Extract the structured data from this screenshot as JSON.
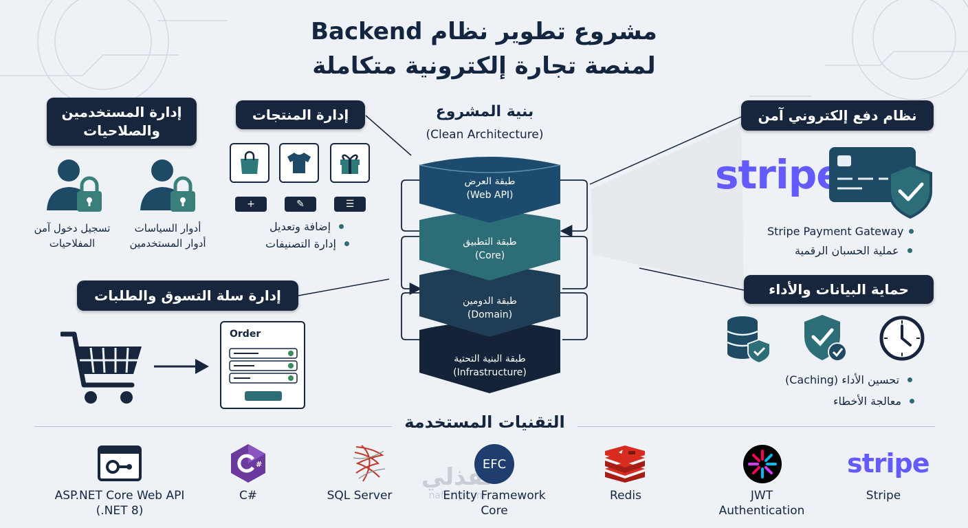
{
  "header": {
    "title_line1": "مشروع تطوير نظام Backend",
    "title_line2": "لمنصة تجارة إلكترونية متكاملة"
  },
  "users": {
    "title_line1": "إدارة المستخدمين",
    "title_line2": "والصلاحيات",
    "left_caption_line1": "تسجيل دخول آمن",
    "left_caption_line2": "المفلاحيات",
    "right_caption_line1": "أدوار السياسات",
    "right_caption_line2": "أدوار المستخدمين",
    "icons": [
      "user-lock-icon",
      "user-lock-icon"
    ]
  },
  "products": {
    "title": "إدارة المنتجات",
    "tiles": [
      "shopping-bag-icon",
      "tshirt-icon",
      "gift-icon"
    ],
    "actions": [
      "+",
      "✎",
      "☰"
    ],
    "bullets": [
      "إضافة وتعديل",
      "إدارة التصنيفات"
    ]
  },
  "architecture": {
    "title": "بنية المشروع",
    "subtitle": "(Clean Architecture)",
    "layers": [
      {
        "name": "طبقة العرض",
        "tag": "(Web API)",
        "color": "#1d4b6e"
      },
      {
        "name": "طبقة التطبيق",
        "tag": "(Core)",
        "color": "#2c6d78"
      },
      {
        "name": "طبقة الدومين",
        "tag": "(Domain)",
        "color": "#1f3d55"
      },
      {
        "name": "طبقة البنية التحتية",
        "tag": "(Infrastructure)",
        "color": "#152338"
      }
    ]
  },
  "cart": {
    "title": "إدارة سلة التسوق والطلبات",
    "order_label": "Order",
    "icons": [
      "cart-icon",
      "arrow-right-icon",
      "order-form-icon"
    ]
  },
  "payment": {
    "title": "نظام دفع إلكتروني آمن",
    "brand": "stripe",
    "bullets": [
      "Stripe Payment Gateway",
      "عملية الحسبان الرقمية"
    ],
    "icons": [
      "credit-card-icon",
      "shield-check-icon"
    ]
  },
  "security": {
    "title": "حماية البيانات والأداء",
    "icons": [
      "database-shield-icon",
      "shield-check-icon",
      "clock-icon"
    ],
    "bullets": [
      "تحسين الأداء (Caching)",
      "معالجة الأخطاء"
    ]
  },
  "tech": {
    "title": "التقنيات المستخدمة",
    "items": [
      {
        "label": "ASP.NET Core Web API",
        "label2": "(.NET 8)",
        "icon": "aspnet-icon"
      },
      {
        "label": "C#",
        "label2": "",
        "icon": "csharp-icon"
      },
      {
        "label": "SQL Server",
        "label2": "",
        "icon": "sqlserver-icon"
      },
      {
        "label": "Entity Framework",
        "label2": "Core",
        "icon": "efcore-icon"
      },
      {
        "label": "Redis",
        "label2": "",
        "icon": "redis-icon"
      },
      {
        "label": "JWT",
        "label2": "Authentication",
        "icon": "jwt-icon"
      },
      {
        "label": "Stripe",
        "label2": "",
        "icon": "stripe-icon"
      }
    ],
    "efc_text": "EFC",
    "stripe_text": "stripe"
  },
  "watermark": {
    "arabic": "نفذلي",
    "latin": "nafezly.com"
  },
  "colors": {
    "navy": "#17263d",
    "teal": "#2c6d78",
    "stripe": "#635bff",
    "redis": "#d82c20",
    "csharp": "#6b3a9c"
  }
}
